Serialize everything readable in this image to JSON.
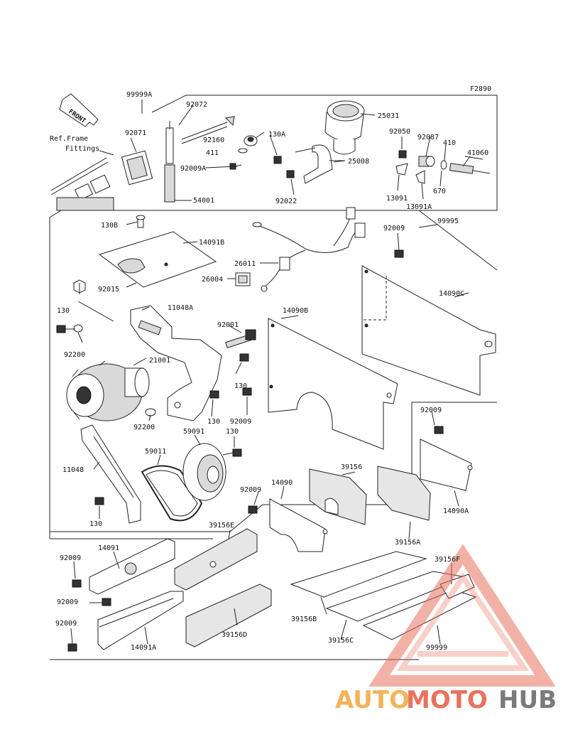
{
  "figure_code": "F2890",
  "front_label": "FRONT",
  "ref_note": [
    "Ref.Frame",
    "Fittings"
  ],
  "watermark": {
    "part1": "AUTO",
    "part2": "MOTO",
    "part3": "HUB"
  },
  "parts": {
    "p99999A": "99999A",
    "p92072": "92072",
    "p92071": "92071",
    "p92160": "92160",
    "p411": "411",
    "p92009A": "92009A",
    "p54001": "54001",
    "p25031": "25031",
    "p130A": "130A",
    "p25008": "25008",
    "p92022": "92022",
    "p92050": "92050",
    "p92087": "92087",
    "p410": "410",
    "p41060": "41060",
    "p13091": "13091",
    "p13091A": "13091A",
    "p670": "670",
    "p130B": "130B",
    "p14091B": "14091B",
    "p92009_a": "92009",
    "p99995": "99995",
    "p26011": "26011",
    "p26004": "26004",
    "p92015": "92015",
    "p11048A": "11048A",
    "p130_a": "130",
    "p14090C": "14090C",
    "p14090B": "14090B",
    "p92200_a": "92200",
    "p92001": "92001",
    "p21001": "21001",
    "p130_b": "130",
    "p130_c": "130",
    "p92009_b": "92009",
    "p92200_b": "92200",
    "p59091": "59091",
    "p130_d": "130",
    "p92009_c": "92009",
    "p59011": "59011",
    "p11048": "11048",
    "p39156": "39156",
    "p14090": "14090",
    "p92009_d": "92009",
    "p14090A": "14090A",
    "p130_e": "130",
    "p39156A": "39156A",
    "p39156E": "39156E",
    "p92009_e": "92009",
    "p14091": "14091",
    "p39156F": "39156F",
    "p92009_f": "92009",
    "p39156B": "39156B",
    "p92009_g": "92009",
    "p39156C": "39156C",
    "p39156D": "39156D",
    "p14091A": "14091A",
    "p99999": "99999"
  }
}
